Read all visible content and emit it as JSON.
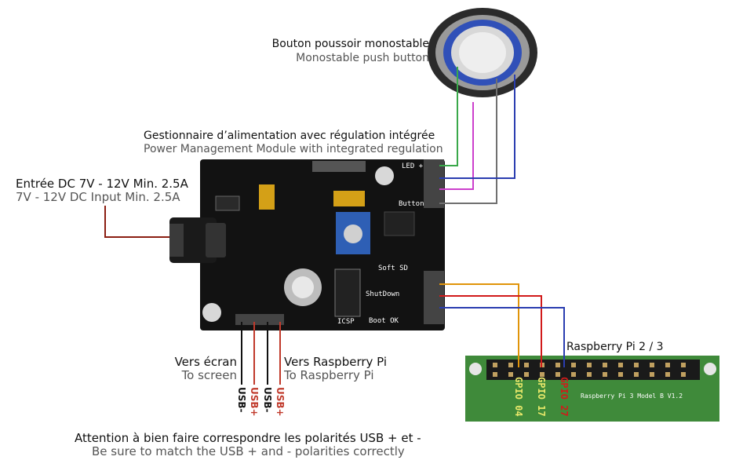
{
  "button": {
    "title_fr": "Bouton poussoir monostable",
    "title_en": "Monostable push button"
  },
  "module": {
    "title_fr": "Gestionnaire d’alimentation avec régulation intégrée",
    "title_en": "Power Management Module with integrated regulation",
    "pin_led": "LED +",
    "pin_button": "Button",
    "pin_softsd": "Soft SD",
    "pin_shutdown": "ShutDown",
    "pin_bootok": "Boot OK",
    "pin_icsp": "ICSP"
  },
  "dc_input": {
    "title_fr": "Entrée DC 7V - 12V Min. 2.5A",
    "title_en": "7V - 12V DC Input Min. 2.5A"
  },
  "screen": {
    "title_fr": "Vers écran",
    "title_en": "To screen",
    "pin1": "USB-",
    "pin2": "USB+"
  },
  "rpi_out": {
    "title_fr": "Vers Raspberry Pi",
    "title_en": "To Raspberry Pi",
    "pin1": "USB-",
    "pin2": "USB+"
  },
  "raspberry": {
    "title": "Raspberry Pi 2 / 3",
    "board_text": "Raspberry Pi 3 Model B V1.2",
    "gpio1": "GPIO 04",
    "gpio2": "GPIO 17",
    "gpio3": "GPIO 27"
  },
  "warning": {
    "fr": "Attention à bien faire correspondre les polarités USB + et -",
    "en": "Be sure to match the USB + and - polarities correctly"
  },
  "colors": {
    "pcb": "#111111",
    "rpi_pcb": "#3f8a3a",
    "wire_green": "#3aa84a",
    "wire_magenta": "#cc3fcc",
    "wire_grey": "#707070",
    "wire_blue": "#2a3db0",
    "wire_orange": "#e0940a",
    "wire_red": "#d11a1a",
    "wire_brown": "#8b1e12",
    "usb_minus": "#111111",
    "usb_plus": "#c0392b"
  }
}
